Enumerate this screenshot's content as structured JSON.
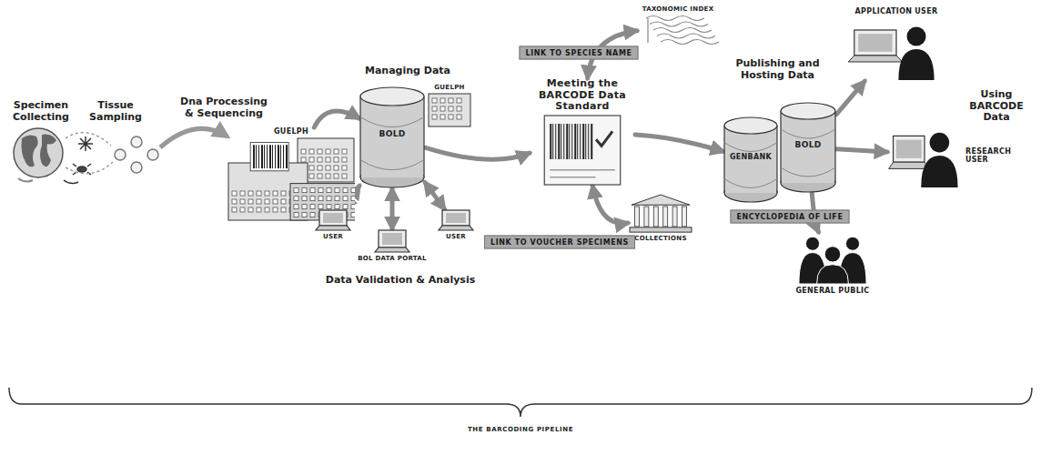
{
  "diagram": {
    "nodes": [
      {
        "text": [
          "GUELPH"
        ]
      },
      {
        "text": [
          "BOLD"
        ]
      },
      {
        "text": [
          "GUELPH"
        ]
      },
      {
        "text": [
          "USER"
        ]
      },
      {
        "text": [
          "BOL DATA PORTAL"
        ]
      },
      {
        "text": [
          "USER"
        ]
      },
      {
        "text": [
          "Meeting the BARCODE Data Standard"
        ]
      },
      {
        "text": [
          "TAXONOMIC INDEX"
        ]
      },
      {
        "text": [
          "COLLECTIONS"
        ]
      },
      {
        "text": [
          "GENBANK"
        ]
      },
      {
        "text": [
          "BOLD"
        ]
      },
      {
        "text": [
          "APPLICATION USER"
        ]
      },
      {
        "text": [
          "RESEARCH USER"
        ]
      },
      {
        "text": [
          "GENERAL PUBLIC"
        ]
      }
    ],
    "edges": [
      {
        "from": 0,
        "to": 1,
        "arrow": "to"
      },
      {
        "from": 1,
        "to": 3,
        "arrow": "both"
      },
      {
        "from": 1,
        "to": 4,
        "arrow": "both"
      },
      {
        "from": 1,
        "to": 5,
        "arrow": "both"
      },
      {
        "from": 1,
        "to": 6,
        "arrow": "to"
      },
      {
        "from": 6,
        "to": 7,
        "label": "LINK TO SPECIES NAME",
        "arrow": "both"
      },
      {
        "from": 6,
        "to": 8,
        "label": "LINK TO VOUCHER SPECIMENS",
        "arrow": "both"
      },
      {
        "from": 6,
        "to": 9,
        "arrow": "to"
      },
      {
        "from": 10,
        "to": 11,
        "arrow": "to"
      },
      {
        "from": 10,
        "to": 12,
        "arrow": "to"
      },
      {
        "from": 10,
        "to": 13,
        "label": "ENCYCLOPEDIA OF LIFE",
        "arrow": "to"
      }
    ],
    "labels": [
      "Specimen Collecting",
      "Tissue Sampling",
      "Dna Processing & Sequencing",
      "Managing Data",
      "Data Validation & Analysis",
      "Publishing and Hosting Data",
      "Using BARCODE Data",
      "THE BARCODING PIPELINE"
    ]
  }
}
